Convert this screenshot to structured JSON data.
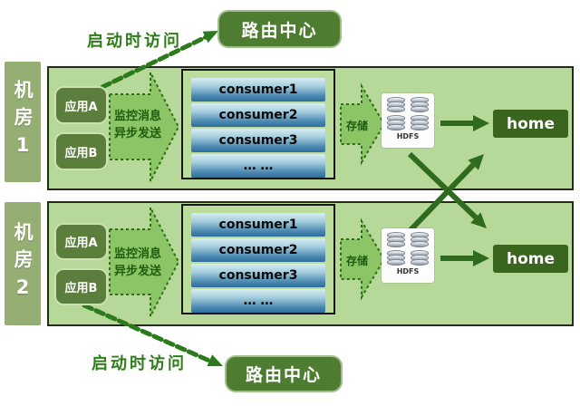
{
  "colors": {
    "section_bg": "#b6d898",
    "routing_box": "#4e7c31",
    "home_box": "#3a651e",
    "app_box": "#5c7e3d",
    "room_label_bg": "#95ae73",
    "arrow_green": "#2d6e17",
    "block_arrow_fill": "#8cc565",
    "consumer_bar_top": "#d7edf2",
    "consumer_bar_bottom": "#2d6d9b"
  },
  "routing_top": {
    "label": "路由中心"
  },
  "routing_bottom": {
    "label": "路由中心"
  },
  "startup_top": {
    "label": "启动时访问"
  },
  "startup_bottom": {
    "label": "启动时访问"
  },
  "rooms": [
    {
      "label": "机房1",
      "apps": [
        {
          "label": "应用A"
        },
        {
          "label": "应用B"
        }
      ],
      "monitor_arrow": {
        "line1": "监控消息",
        "line2": "异步发送"
      },
      "consumers": [
        "consumer1",
        "consumer2",
        "consumer3",
        "… …"
      ],
      "storage_label": "存储",
      "hdfs_label": "HDFS",
      "home_label": "home"
    },
    {
      "label": "机房2",
      "apps": [
        {
          "label": "应用A"
        },
        {
          "label": "应用B"
        }
      ],
      "monitor_arrow": {
        "line1": "监控消息",
        "line2": "异步发送"
      },
      "consumers": [
        "consumer1",
        "consumer2",
        "consumer3",
        "… …"
      ],
      "storage_label": "存储",
      "hdfs_label": "HDFS",
      "home_label": "home"
    }
  ]
}
